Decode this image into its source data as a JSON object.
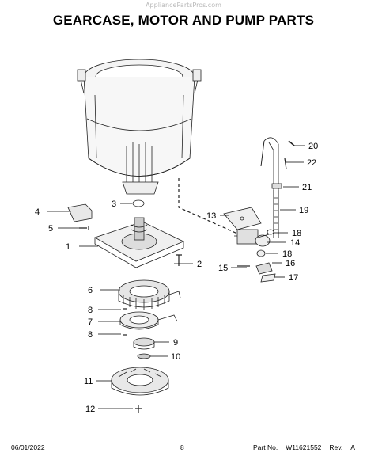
{
  "watermark": "AppliancePartsPros.com",
  "title": "GEARCASE, MOTOR AND PUMP PARTS",
  "callouts": [
    "1",
    "2",
    "3",
    "4",
    "5",
    "6",
    "7",
    "8",
    "8",
    "9",
    "10",
    "11",
    "12",
    "13",
    "14",
    "15",
    "16",
    "17",
    "18",
    "18",
    "19",
    "20",
    "21",
    "22"
  ],
  "footer": {
    "date": "06/01/2022",
    "page": "8",
    "part_label": "Part No.",
    "part_number": "W11621552",
    "rev_label": "Rev.",
    "rev": "A"
  }
}
